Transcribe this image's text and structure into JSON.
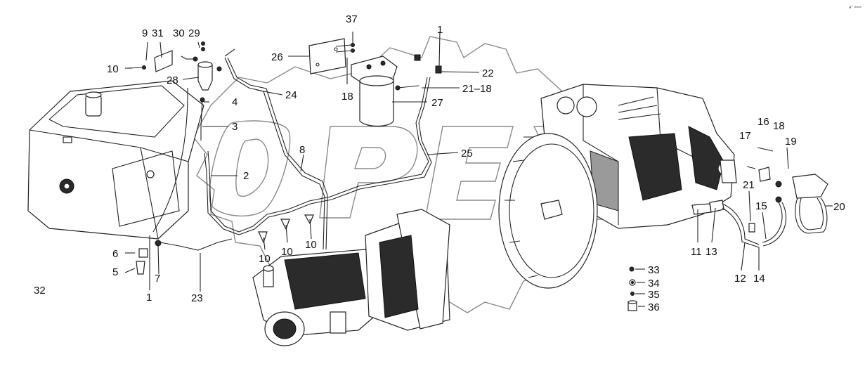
{
  "corner_mark": "a° ===",
  "watermark": "OPEX",
  "callouts": [
    "1",
    "1",
    "2",
    "3",
    "4",
    "5",
    "6",
    "7",
    "8",
    "9",
    "10",
    "10",
    "10",
    "10",
    "11",
    "12",
    "13",
    "14",
    "15",
    "16",
    "17",
    "18",
    "18",
    "19",
    "20",
    "21",
    "21–18",
    "22",
    "23",
    "24",
    "25",
    "26",
    "27",
    "28",
    "29",
    "30",
    "31",
    "32",
    "33",
    "34",
    "35",
    "36",
    "37"
  ]
}
